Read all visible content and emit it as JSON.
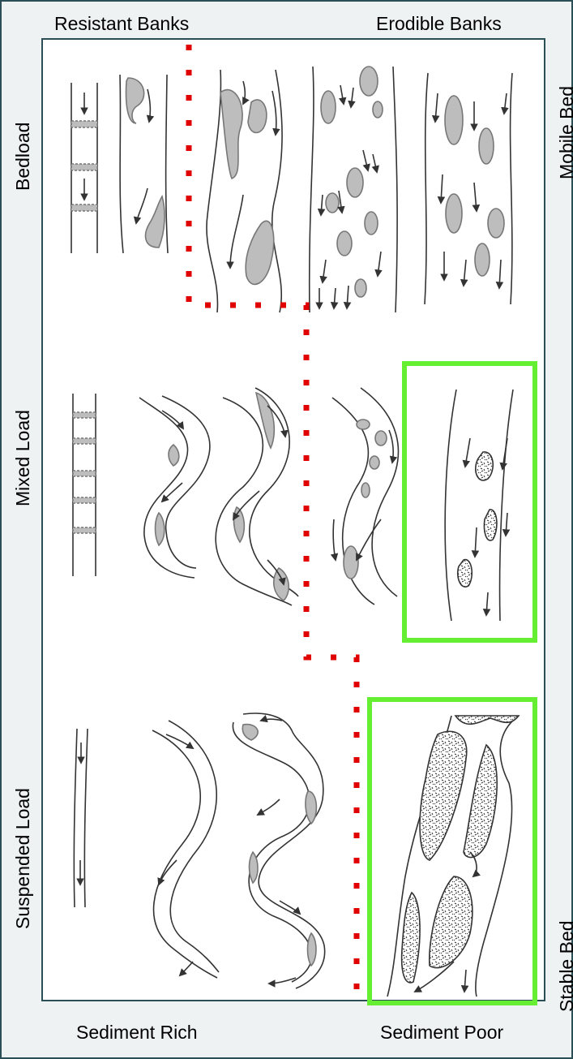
{
  "labels": {
    "top_left": "Resistant Banks",
    "top_right": "Erodible Banks",
    "bottom_left": "Sediment Rich",
    "bottom_right": "Sediment Poor",
    "row_bedload": "Bedload",
    "row_mixed": "Mixed Load",
    "row_suspended": "Suspended Load",
    "right_mobile": "Mobile Bed",
    "right_stable": "Stable Bed"
  },
  "colors": {
    "frame_border": "#2b4f57",
    "boundary_dots": "#e00000",
    "highlight_box": "#66ee33",
    "bar_fill": "#bdbdbd",
    "line": "#333333"
  }
}
